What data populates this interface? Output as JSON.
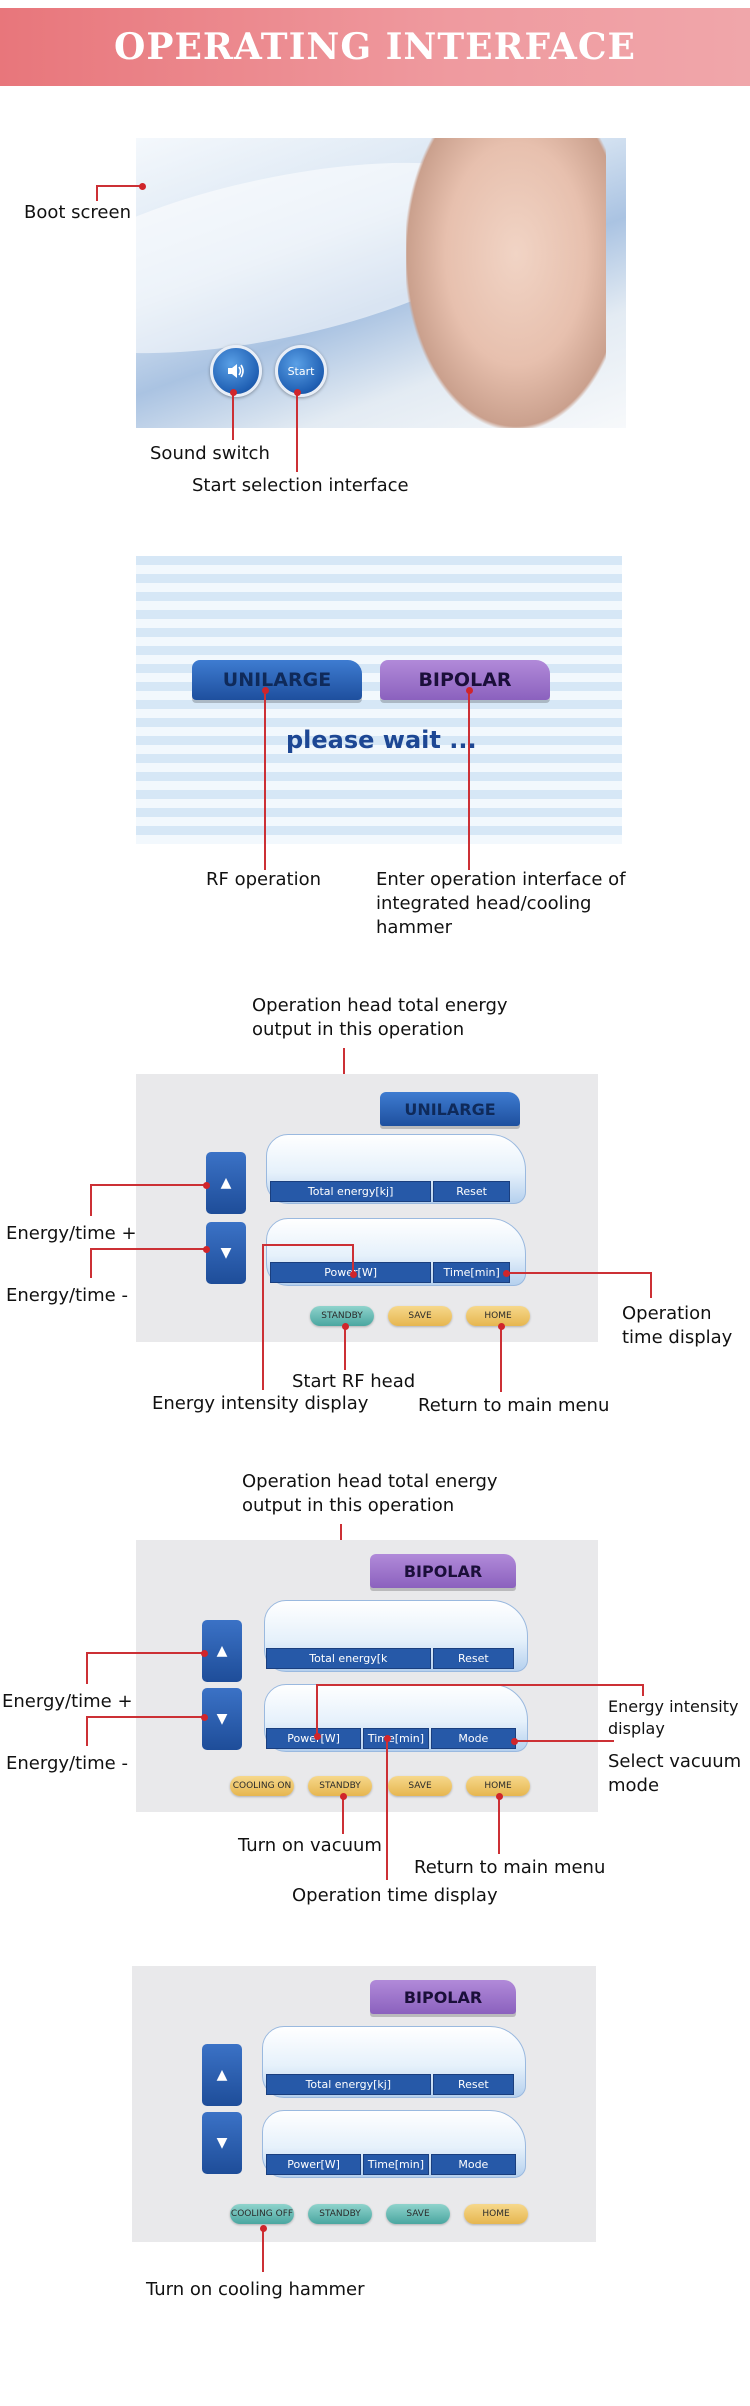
{
  "header": {
    "title": "OPERATING INTERFACE"
  },
  "section1": {
    "labels": {
      "boot_screen": "Boot screen",
      "sound_switch": "Sound switch",
      "start_selection": "Start selection interface"
    },
    "start_button": "Start"
  },
  "section2": {
    "buttons": {
      "unilarge": "UNILARGE",
      "bipolar": "BIPOLAR"
    },
    "wait_text": "please  wait ...",
    "labels": {
      "rf_operation": "RF operation",
      "enter_operation": "Enter operation interface of integrated head/cooling hammer"
    }
  },
  "section3": {
    "head": "UNILARGE",
    "up": "▲",
    "down": "▼",
    "bar1": [
      "Total energy[kj]",
      "Reset"
    ],
    "bar2": [
      "Power[W]",
      "Time[min]"
    ],
    "buttons": [
      "STANDBY",
      "SAVE",
      "HOME"
    ],
    "labels": {
      "total_energy": "Operation head total energy output in this operation",
      "energy_plus": "Energy/time +",
      "energy_minus": "Energy/time -",
      "operation_time": "Operation time display",
      "start_rf": "Start RF head",
      "energy_intensity": "Energy intensity display",
      "return_menu": "Return to main menu"
    }
  },
  "section4": {
    "head": "BIPOLAR",
    "up": "▲",
    "down": "▼",
    "bar1": [
      "Total energy[k",
      "Reset"
    ],
    "bar2": [
      "Power[W]",
      "Time[min]",
      "Mode"
    ],
    "buttons": [
      "COOLING ON",
      "STANDBY",
      "SAVE",
      "HOME"
    ],
    "labels": {
      "total_energy": "Operation head total energy output in this operation",
      "energy_plus": "Energy/time +",
      "energy_minus": "Energy/time -",
      "energy_intensity": "Energy intensity display",
      "select_vacuum": "Select vacuum mode",
      "turn_on_vacuum": "Turn on vacuum",
      "return_menu": "Return to main menu",
      "operation_time": "Operation time display"
    }
  },
  "section5": {
    "head": "BIPOLAR",
    "up": "▲",
    "down": "▼",
    "bar1": [
      "Total energy[kj]",
      "Reset"
    ],
    "bar2": [
      "Power[W]",
      "Time[min]",
      "Mode"
    ],
    "buttons": [
      "COOLING OFF",
      "STANDBY",
      "SAVE",
      "HOME"
    ],
    "labels": {
      "cooling_hammer": "Turn on cooling hammer"
    }
  }
}
